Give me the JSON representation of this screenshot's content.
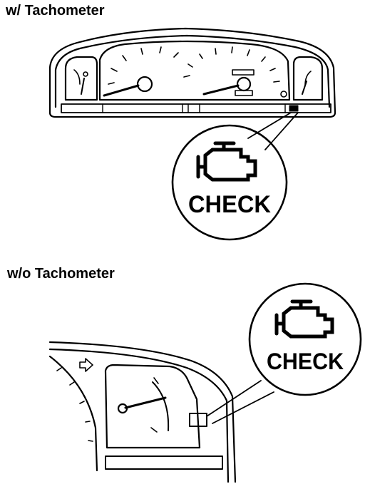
{
  "diagrams": [
    {
      "heading": "w/ Tachometer",
      "callout": {
        "label": "CHECK",
        "icon": "engine-icon"
      }
    },
    {
      "heading": "w/o Tachometer",
      "callout": {
        "label": "CHECK",
        "icon": "engine-icon"
      }
    }
  ],
  "colors": {
    "ink": "#000000",
    "paper": "#ffffff"
  }
}
